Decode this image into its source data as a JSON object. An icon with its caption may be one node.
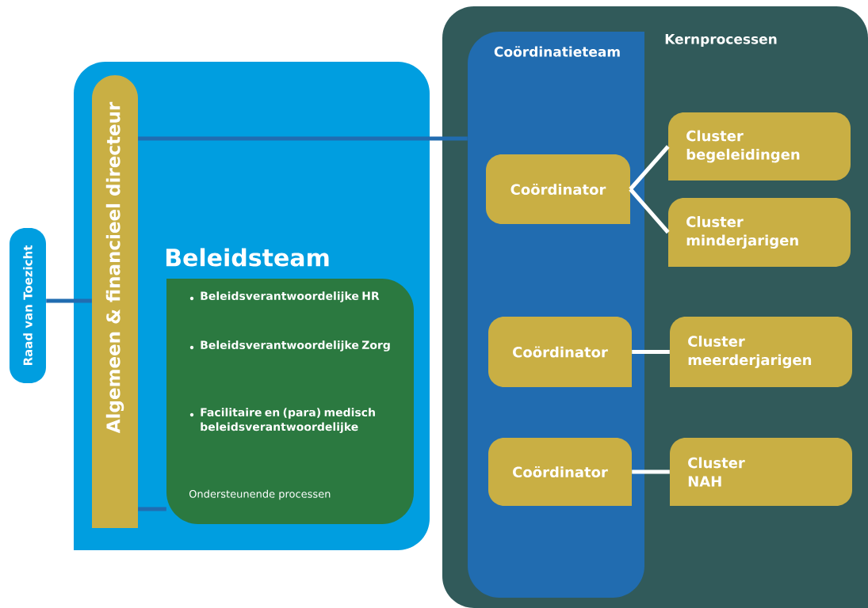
{
  "diagram": {
    "nodes": [
      {
        "text": [
          "Raad van Toezicht"
        ]
      },
      {
        "text": [
          "Beleidsteam"
        ]
      },
      {
        "text": [
          "Algemeen & financieel directeur"
        ],
        "in": 1
      },
      {
        "text": [
          "Beleidsverantwoordelijke HR",
          "Beleidsverantwoordelijke Zorg",
          "Facilitaire en (para) medisch beleidsverantwoordelijke",
          "Ondersteunende processen"
        ],
        "in": 1
      },
      {
        "text": [
          "Kernprocessen"
        ]
      },
      {
        "text": [
          "Coördinatieteam"
        ],
        "in": 4
      },
      {
        "text": [
          "Coördinator"
        ],
        "in": 5
      },
      {
        "text": [
          "Coördinator"
        ],
        "in": 5
      },
      {
        "text": [
          "Coördinator"
        ],
        "in": 5
      },
      {
        "text": [
          "Cluster begeleidingen"
        ],
        "in": 4
      },
      {
        "text": [
          "Cluster minderjarigen"
        ],
        "in": 4
      },
      {
        "text": [
          "Cluster meerderjarigen"
        ],
        "in": 4
      },
      {
        "text": [
          "Cluster NAH"
        ],
        "in": 4
      }
    ],
    "edges": [
      {
        "from": 0,
        "to": 2,
        "arrow": "none",
        "color": "#216cb0"
      },
      {
        "from": 2,
        "to": 5,
        "arrow": "none",
        "color": "#216cb0"
      },
      {
        "from": 2,
        "to": 3,
        "arrow": "none",
        "color": "#216cb0"
      },
      {
        "from": 6,
        "to": 9,
        "arrow": "none"
      },
      {
        "from": 6,
        "to": 10,
        "arrow": "none"
      },
      {
        "from": 7,
        "to": 11,
        "arrow": "none"
      },
      {
        "from": 8,
        "to": 12,
        "arrow": "none"
      }
    ]
  }
}
